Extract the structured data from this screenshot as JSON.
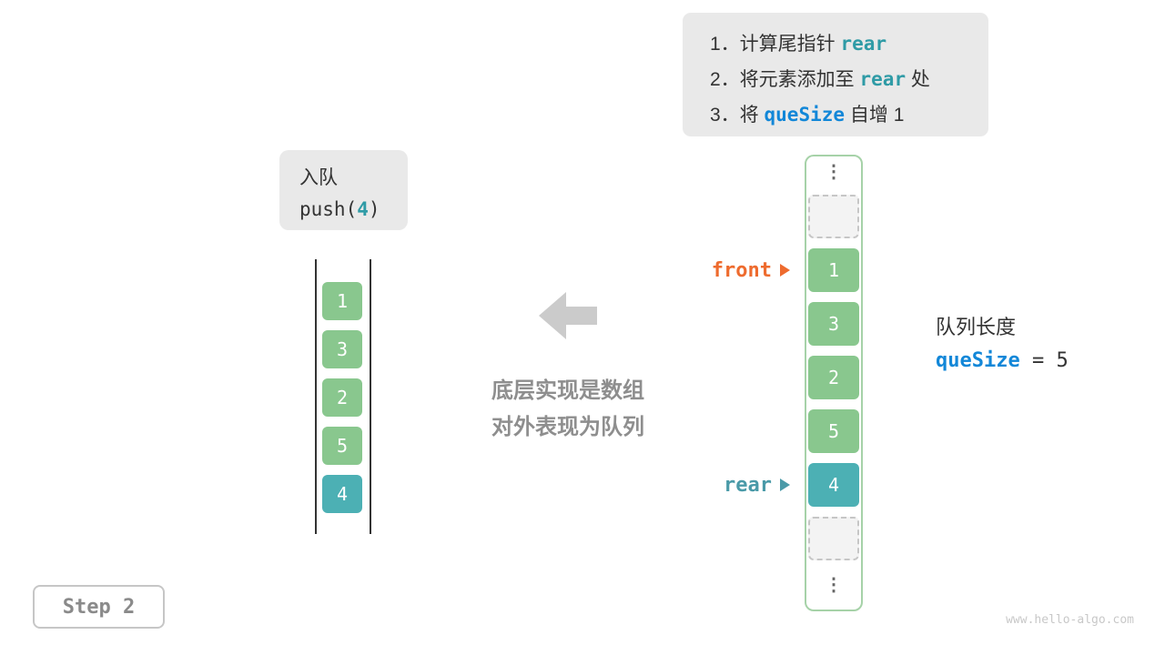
{
  "instructions": {
    "line1": {
      "prefix": "1．计算尾指针 ",
      "keyword": "rear",
      "suffix": ""
    },
    "line2": {
      "prefix": "2．将元素添加至 ",
      "keyword": "rear",
      "suffix": " 处"
    },
    "line3": {
      "prefix": "3．将 ",
      "keyword": "queSize",
      "suffix": " 自增 1"
    }
  },
  "operation": {
    "title": "入队",
    "code_prefix": "push(",
    "code_value": "4",
    "code_suffix": ")"
  },
  "left_queue": {
    "values": [
      "1",
      "3",
      "2",
      "5",
      "4"
    ]
  },
  "caption": {
    "line1": "底层实现是数组",
    "line2": "对外表现为队列"
  },
  "right_array": {
    "values": [
      "1",
      "3",
      "2",
      "5",
      "4"
    ],
    "vertical_ellipsis": "⋮"
  },
  "pointers": {
    "front": "front",
    "rear": "rear"
  },
  "queue_length": {
    "label": "队列长度",
    "variable": "queSize",
    "value_text": " = 5"
  },
  "step": {
    "label": "Step 2"
  },
  "watermark": "www.hello-algo.com",
  "colors": {
    "cell_green": "#89c78e",
    "cell_teal": "#4cb0b4",
    "front_orange": "#ee6b2e",
    "rear_teal": "#4a9aa8",
    "keyword_teal": "#2f9ba6",
    "keyword_blue": "#1287d8"
  }
}
